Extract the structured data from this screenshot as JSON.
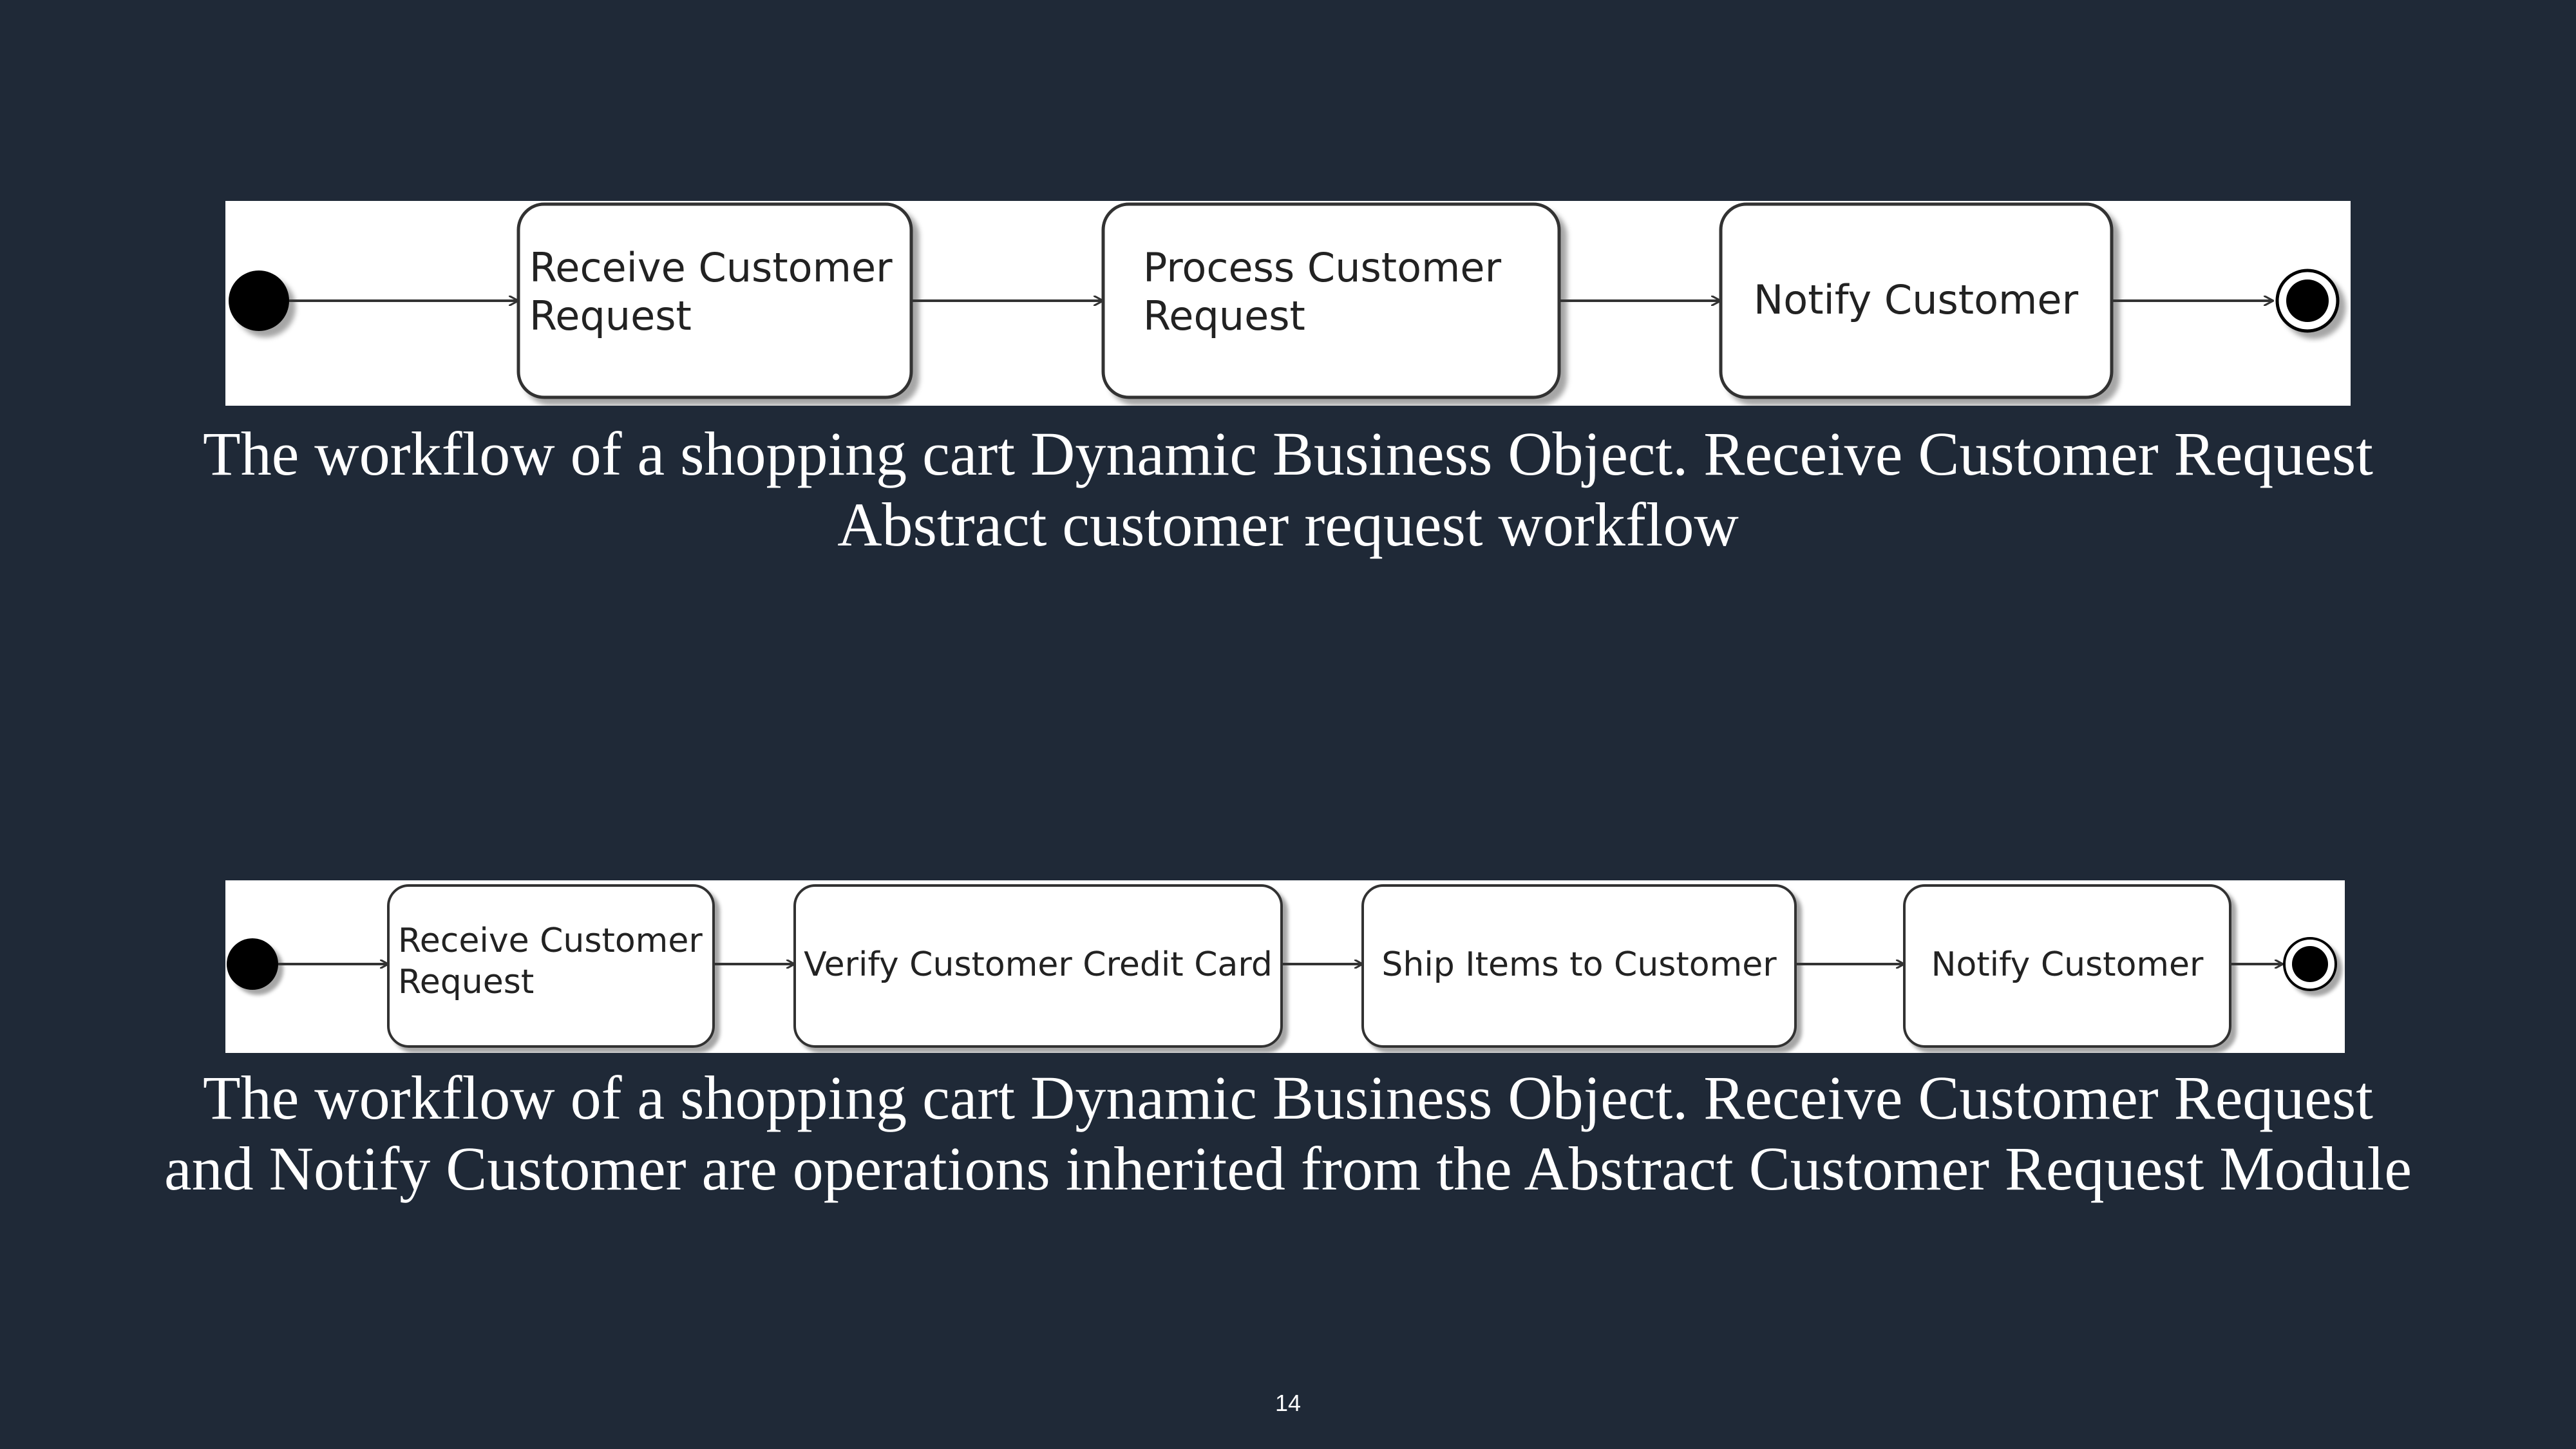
{
  "diagram_top": {
    "states": [
      {
        "lines": [
          "Receive Customer",
          "Request"
        ]
      },
      {
        "lines": [
          "Process Customer",
          "Request"
        ]
      },
      {
        "lines": [
          "Notify Customer"
        ]
      }
    ]
  },
  "caption_top": {
    "line1": "The workflow of a shopping cart Dynamic Business Object. Receive Customer Request",
    "line2": "Abstract customer request workflow"
  },
  "diagram_bottom": {
    "states": [
      {
        "lines": [
          "Receive Customer",
          "Request"
        ]
      },
      {
        "lines": [
          "Verify Customer Credit Card"
        ]
      },
      {
        "lines": [
          "Ship Items to Customer"
        ]
      },
      {
        "lines": [
          "Notify Customer"
        ]
      }
    ]
  },
  "caption_bottom": {
    "line1": "The workflow of a shopping cart Dynamic Business Object. Receive Customer Request",
    "line2": "and Notify Customer are operations inherited from the Abstract Customer Request Module"
  },
  "page_number": "14"
}
